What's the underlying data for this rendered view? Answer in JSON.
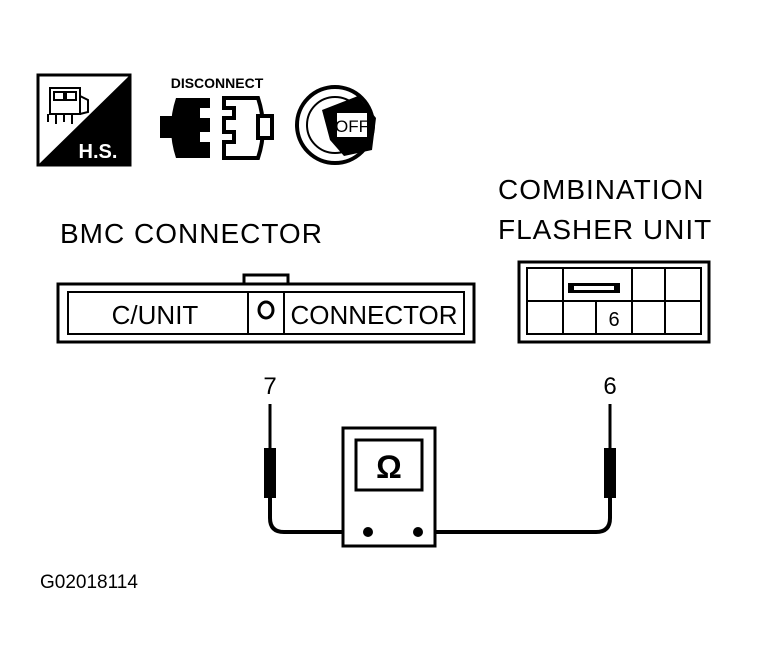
{
  "icons": {
    "hs_label": "H.S.",
    "disconnect_label": "DISCONNECT",
    "ignition_label": "OFF"
  },
  "bmc": {
    "title": "BMC CONNECTOR",
    "left_label": "C/UNIT",
    "right_label": "CONNECTOR",
    "terminal": "7"
  },
  "flasher": {
    "title_line1": "COMBINATION",
    "title_line2": "FLASHER UNIT",
    "cavity_label": "6",
    "terminal": "6"
  },
  "meter": {
    "symbol": "Ω"
  },
  "figure_id": "G02018114"
}
